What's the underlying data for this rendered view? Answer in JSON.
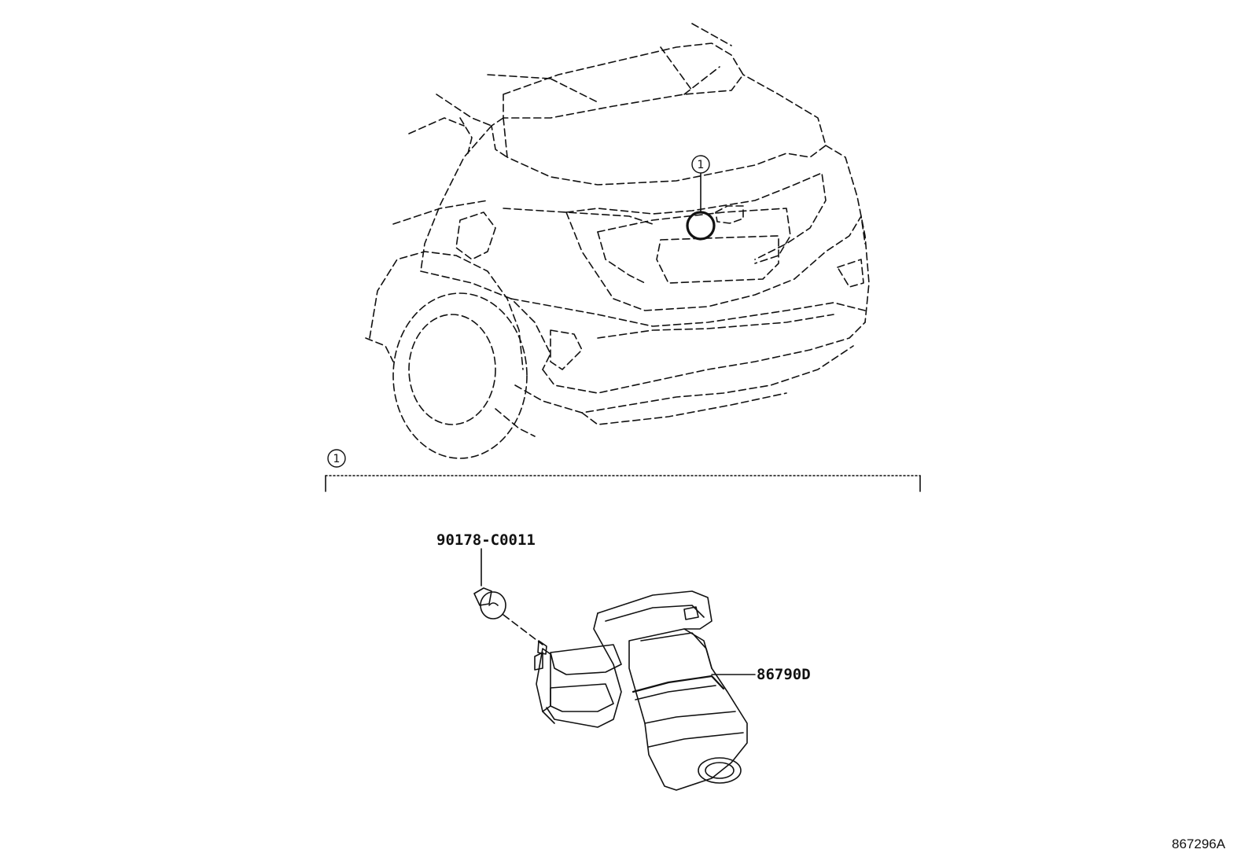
{
  "diagram": {
    "callout_vehicle": "1",
    "callout_group": "1",
    "part_screw": "90178-C0011",
    "part_camera": "86790D",
    "reference_code": "867296A"
  },
  "colors": {
    "line": "#111111",
    "background": "#ffffff"
  }
}
